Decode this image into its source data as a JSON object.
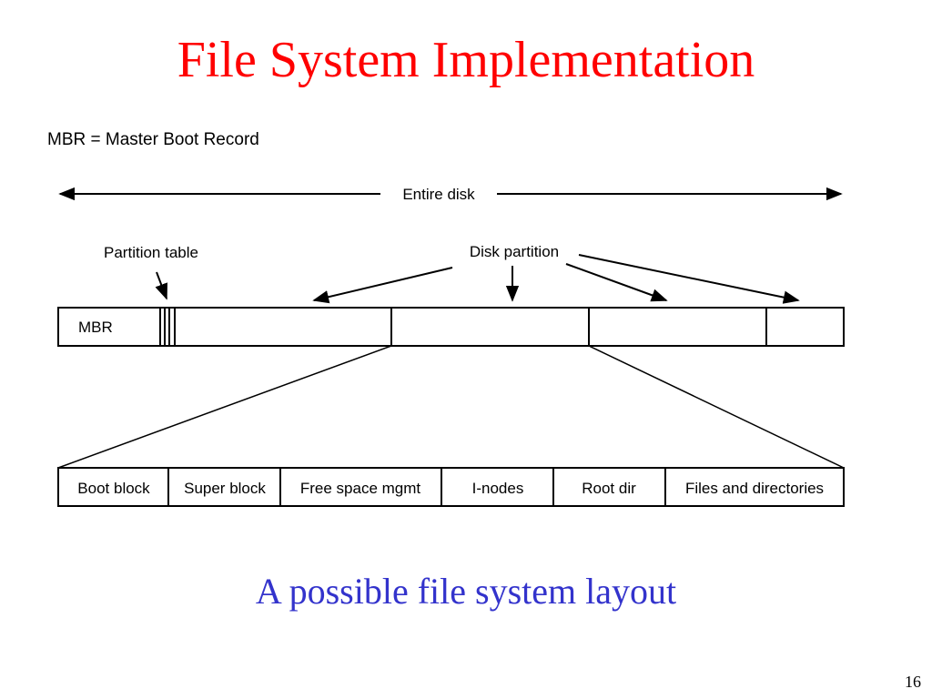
{
  "slide": {
    "title": "File System Implementation",
    "legend": "MBR = Master Boot Record",
    "caption": "A possible file system layout",
    "page_number": "16"
  },
  "diagram": {
    "entire_disk_label": "Entire disk",
    "partition_table_label": "Partition table",
    "disk_partition_label": "Disk partition",
    "mbr_label": "MBR",
    "partition_layout": [
      "Boot block",
      "Super block",
      "Free space mgmt",
      "I-nodes",
      "Root dir",
      "Files and directories"
    ]
  },
  "colors": {
    "title": "#ff0000",
    "caption": "#3333cc",
    "lines": "#000000"
  }
}
